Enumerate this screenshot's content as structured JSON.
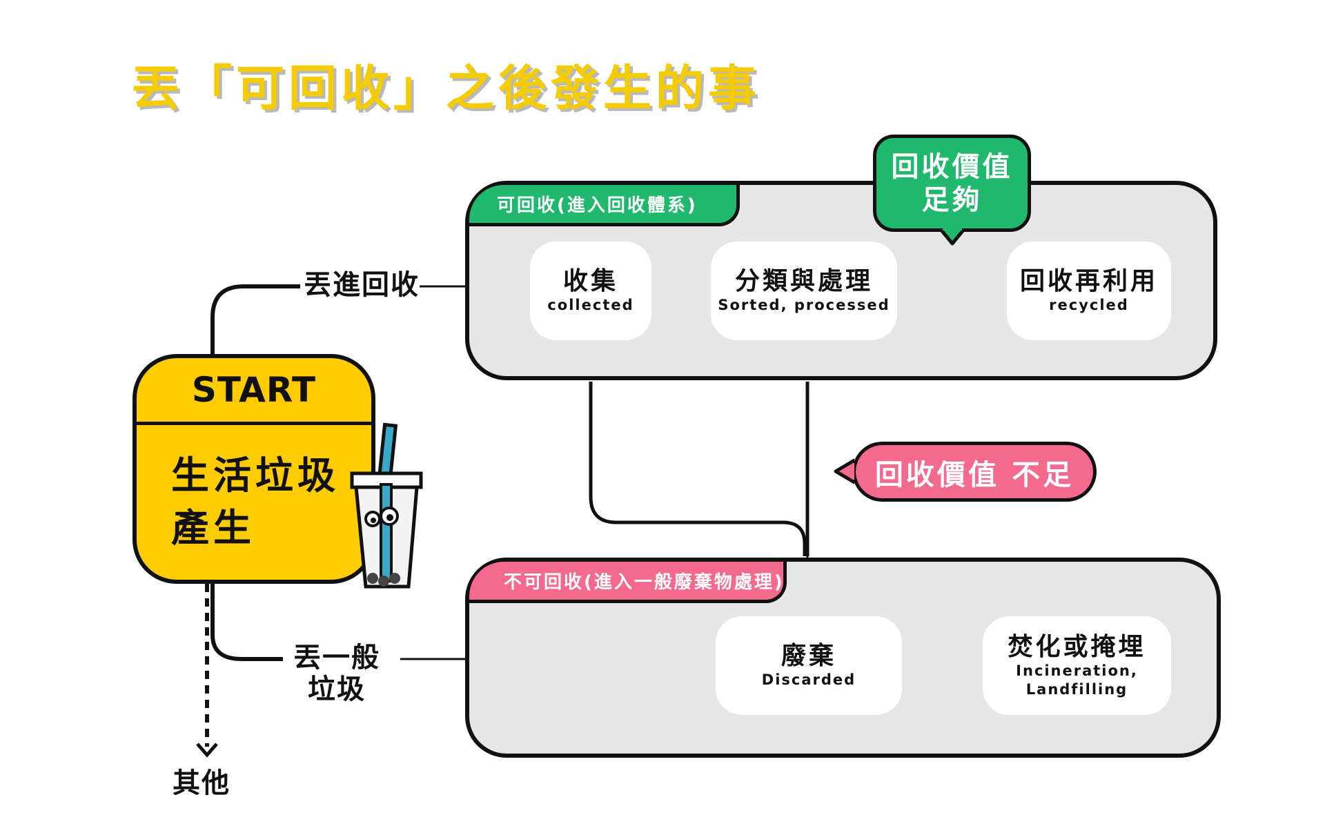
{
  "title": "丟「可回收」之後發生的事",
  "start": {
    "heading": "START",
    "text": "生活垃圾\n產生"
  },
  "routes": {
    "recycle_path_label": "丟進回收",
    "general_path_label": "丟一般\n垃圾",
    "other_path_label": "其他"
  },
  "recyclable_panel": {
    "tab": "可回收(進入回收體系)",
    "nodes": [
      {
        "zh": "收集",
        "en": "collected"
      },
      {
        "zh": "分類與處理",
        "en": "Sorted, processed"
      },
      {
        "zh": "回收再利用",
        "en": "recycled"
      }
    ]
  },
  "non_recyclable_panel": {
    "tab": "不可回收(進入一般廢棄物處理)",
    "nodes": [
      {
        "zh": "廢棄",
        "en": "Discarded"
      },
      {
        "zh": "焚化或掩埋",
        "en": "Incineration,\nLandfilling"
      }
    ]
  },
  "callouts": {
    "enough_value": "回收價值\n足夠",
    "insufficient_value": "回收價值 不足"
  },
  "colors": {
    "yellow": "#ffcc00",
    "green": "#1fb86c",
    "pink": "#f4698e",
    "panel_bg": "#e6e6e6",
    "ink": "#111111"
  },
  "icons": {
    "mascot": "bubble-tea-cup-icon"
  }
}
